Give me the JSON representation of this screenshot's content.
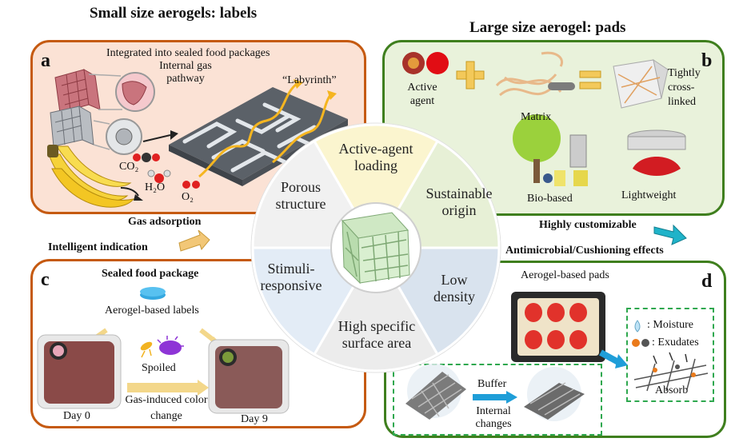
{
  "headers": {
    "left": "Small size aerogels:  labels",
    "right": "Large size aerogel:  pads"
  },
  "panel_a": {
    "letter": "a",
    "title": "Integrated into sealed food packages",
    "gas_pathway": "Internal gas pathway",
    "labyrinth": "“Labyrinth”",
    "co2": "CO₂",
    "h2o": "H₂O",
    "o2": "O₂"
  },
  "panel_b": {
    "letter": "b",
    "active_agent": "Active agent",
    "matrix": "Matrix",
    "crosslinked": "Tightly cross-linked",
    "bio_based": "Bio-based",
    "lightweight": "Lightweight"
  },
  "panel_c": {
    "letter": "c",
    "title": "Sealed food package",
    "labels": "Aerogel-based labels",
    "spoiled": "Spoiled",
    "color_change": "Gas-induced color change",
    "day0": "Day 0",
    "day9": "Day 9"
  },
  "panel_d": {
    "letter": "d",
    "title": "Aerogel-based pads",
    "moisture": ": Moisture",
    "exudates": ": Exudates",
    "absorb": "Absorb",
    "buffer": "Buffer",
    "internal_changes": "Internal changes"
  },
  "arrows": {
    "gas_adsorption": "Gas adsorption",
    "intelligent_indication": "Intelligent indication",
    "highly_customizable": "Highly customizable",
    "effects": "Antimicrobial/Cushioning effects"
  },
  "wheel": {
    "segments": [
      {
        "label": "Active-agent loading",
        "color": "#fbf5cf"
      },
      {
        "label": "Sustainable origin",
        "color": "#e7f0d6"
      },
      {
        "label": "Low density",
        "color": "#d9e3ee"
      },
      {
        "label": "High specific surface area",
        "color": "#ececec"
      },
      {
        "label": "Stimuli-responsive",
        "color": "#e3ecf6"
      },
      {
        "label": "Porous structure",
        "color": "#f1f1f1"
      }
    ]
  },
  "colors": {
    "orange_border": "#c55a11",
    "orange_fill": "#fbe2d5",
    "green_border": "#3f7f1e",
    "green_fill": "#e9f2db",
    "white_fill": "#ffffff"
  }
}
